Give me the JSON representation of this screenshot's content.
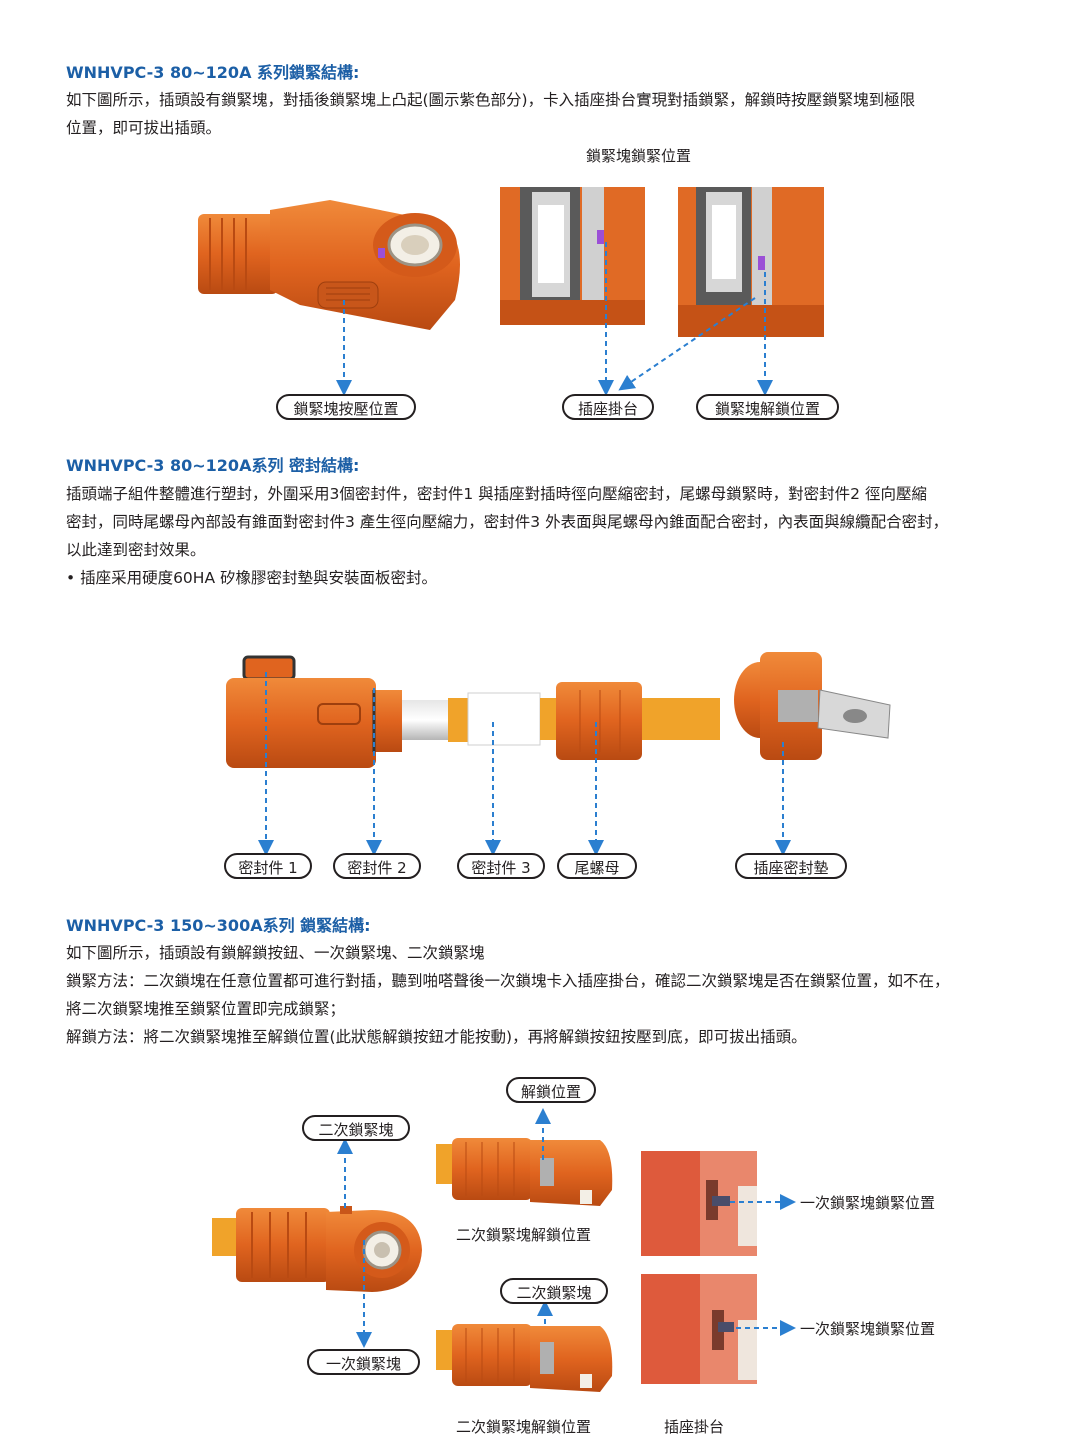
{
  "section1": {
    "heading": "WNHVPC-3 80~120A 系列鎖緊結構:",
    "lines": [
      "如下圖所示，插頭設有鎖緊塊，對插後鎖緊塊上凸起(圖示紫色部分)，卡入插座掛台實現對插鎖緊，解鎖時按壓鎖緊塊到極限",
      "位置，即可拔出插頭。"
    ],
    "figure_caption": "鎖緊塊鎖緊位置",
    "labels": {
      "press": "鎖緊塊按壓位置",
      "ledge": "插座掛台",
      "unlock": "鎖緊塊解鎖位置"
    }
  },
  "section2": {
    "heading": "WNHVPC-3 80~120A系列 密封結構:",
    "lines": [
      "插頭端子組件整體進行塑封，外圍采用3個密封件，密封件1 與插座對插時徑向壓縮密封，尾螺母鎖緊時，對密封件2 徑向壓縮",
      "密封，同時尾螺母內部設有錐面對密封件3 產生徑向壓縮力，密封件3 外表面與尾螺母內錐面配合密封，內表面與線纜配合密封，",
      "以此達到密封效果。",
      "• 插座采用硬度60HA 矽橡膠密封墊與安裝面板密封。"
    ],
    "labels": {
      "seal1": "密封件 1",
      "seal2": "密封件 2",
      "seal3": "密封件 3",
      "tail_nut": "尾螺母",
      "socket_gasket": "插座密封墊"
    }
  },
  "section3": {
    "heading": "WNHVPC-3 150~300A系列 鎖緊結構:",
    "lines": [
      "如下圖所示，插頭設有鎖解鎖按鈕、一次鎖緊塊、二次鎖緊塊",
      "鎖緊方法：二次鎖塊在任意位置都可進行對插，聽到啪嗒聲後一次鎖塊卡入插座掛台，確認二次鎖緊塊是否在鎖緊位置，如不在，",
      "將二次鎖緊塊推至鎖緊位置即完成鎖緊；",
      "解鎖方法：將二次鎖緊塊推至解鎖位置(此狀態解鎖按鈕才能按動)，再將解鎖按鈕按壓到底，即可拔出插頭。"
    ],
    "labels": {
      "secondary_block": "二次鎖緊塊",
      "primary_block": "一次鎖緊塊",
      "unlock_position": "解鎖位置",
      "secondary_block_2": "二次鎖緊塊",
      "secondary_unlock_caption_top": "二次鎖緊塊解鎖位置",
      "secondary_unlock_caption_bottom": "二次鎖緊塊解鎖位置",
      "socket_ledge_caption": "插座掛台",
      "primary_lock_position_top": "一次鎖緊塊鎖緊位置",
      "primary_lock_position_bottom": "一次鎖緊塊鎖緊位置"
    }
  },
  "colors": {
    "heading_blue": "#1c5fa6",
    "arrow_blue": "#2b7fd0",
    "connector_orange": "#e0641f",
    "lock_purple": "#9b4fd6"
  }
}
